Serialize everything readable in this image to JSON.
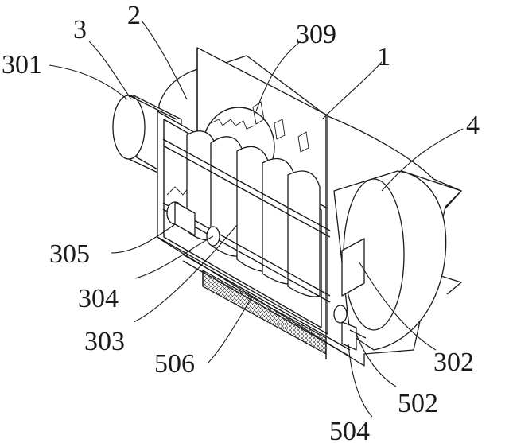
{
  "labels": [
    {
      "key": "l3",
      "text": "3"
    },
    {
      "key": "l2",
      "text": "2"
    },
    {
      "key": "l301",
      "text": "301"
    },
    {
      "key": "l309",
      "text": "309"
    },
    {
      "key": "l1",
      "text": "1"
    },
    {
      "key": "l4",
      "text": "4"
    },
    {
      "key": "l305",
      "text": "305"
    },
    {
      "key": "l304",
      "text": "304"
    },
    {
      "key": "l303",
      "text": "303"
    },
    {
      "key": "l506",
      "text": "506"
    },
    {
      "key": "l302",
      "text": "302"
    },
    {
      "key": "l502",
      "text": "502"
    },
    {
      "key": "l504",
      "text": "504"
    }
  ]
}
